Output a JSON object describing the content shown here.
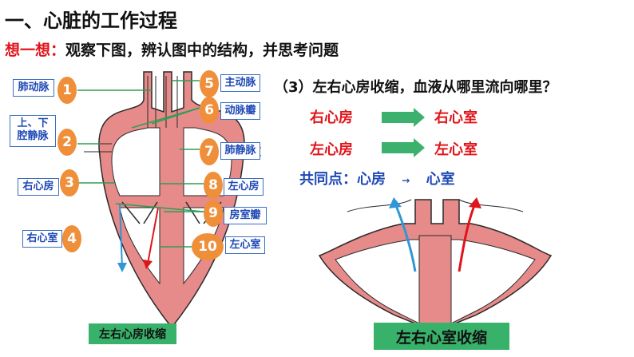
{
  "title": "一、心脏的工作过程",
  "subtitle": {
    "prompt": "想一想：",
    "text": "观察下图，辨认图中的结构，并思考问题"
  },
  "labels": {
    "l1": "肺动脉",
    "l2": "上、下腔静脉",
    "l3": "右心房",
    "l4": "右心室",
    "l5": "主动脉",
    "l6": "动脉瓣",
    "l7": "肺静脉",
    "l8": "左心房",
    "l9": "房室瓣",
    "l10": "左心室"
  },
  "numbers": [
    "1",
    "2",
    "3",
    "4",
    "5",
    "6",
    "7",
    "8",
    "9",
    "10"
  ],
  "left_caption": "左右心房收缩",
  "right_caption": "左右心室收缩",
  "question": "（3）左右心房收缩，血液从哪里流向哪里？",
  "flows": [
    {
      "from": "右心房",
      "to": "右心室"
    },
    {
      "from": "左心房",
      "to": "左心室"
    }
  ],
  "common": {
    "label": "共同点：",
    "from": "心房",
    "arrow": "→",
    "to": "心室"
  },
  "colors": {
    "heart": "#e68a8a",
    "heart_outline": "#2a2a2a",
    "label_border": "#3a6fc4",
    "label_text": "#1f49b6",
    "badge": "#ef8f3a",
    "caption_bg": "#38b26b",
    "flow_red": "#e0151b",
    "arrow_green": "#3cb16e",
    "blood_blue": "#2f96d8"
  }
}
